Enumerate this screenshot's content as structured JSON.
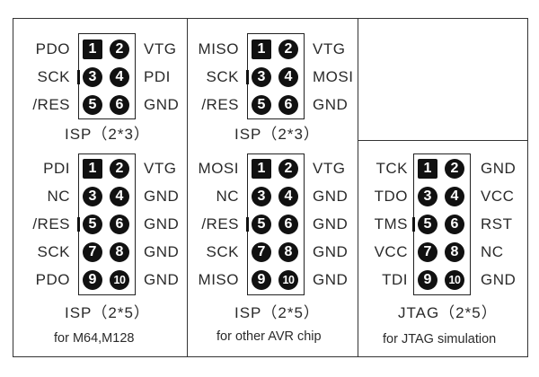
{
  "headers": {
    "h1": {
      "title": "ISP（2*3）",
      "left": [
        "PDO",
        "SCK",
        "/RES"
      ],
      "right": [
        "VTG",
        "PDI",
        "GND"
      ],
      "pins": [
        "1",
        "2",
        "3",
        "4",
        "5",
        "6"
      ]
    },
    "h2": {
      "title": "ISP（2*3）",
      "left": [
        "MISO",
        "SCK",
        "/RES"
      ],
      "right": [
        "VTG",
        "MOSI",
        "GND"
      ],
      "pins": [
        "1",
        "2",
        "3",
        "4",
        "5",
        "6"
      ]
    },
    "h3": {
      "title": "ISP（2*5）",
      "left": [
        "PDI",
        "NC",
        "/RES",
        "SCK",
        "PDO"
      ],
      "right": [
        "VTG",
        "GND",
        "GND",
        "GND",
        "GND"
      ],
      "pins": [
        "1",
        "2",
        "3",
        "4",
        "5",
        "6",
        "7",
        "8",
        "9",
        "10"
      ]
    },
    "h4": {
      "title": "ISP（2*5）",
      "left": [
        "MOSI",
        "NC",
        "/RES",
        "SCK",
        "MISO"
      ],
      "right": [
        "VTG",
        "GND",
        "GND",
        "GND",
        "GND"
      ],
      "pins": [
        "1",
        "2",
        "3",
        "4",
        "5",
        "6",
        "7",
        "8",
        "9",
        "10"
      ]
    },
    "h5": {
      "title": "JTAG（2*5）",
      "left": [
        "TCK",
        "TDO",
        "TMS",
        "VCC",
        "TDI"
      ],
      "right": [
        "GND",
        "VCC",
        "RST",
        "NC",
        "GND"
      ],
      "pins": [
        "1",
        "2",
        "3",
        "4",
        "5",
        "6",
        "7",
        "8",
        "9",
        "10"
      ]
    }
  },
  "captions": {
    "c1": "for M64,M128",
    "c2": "for other AVR chip",
    "c3": "for JTAG simulation"
  }
}
